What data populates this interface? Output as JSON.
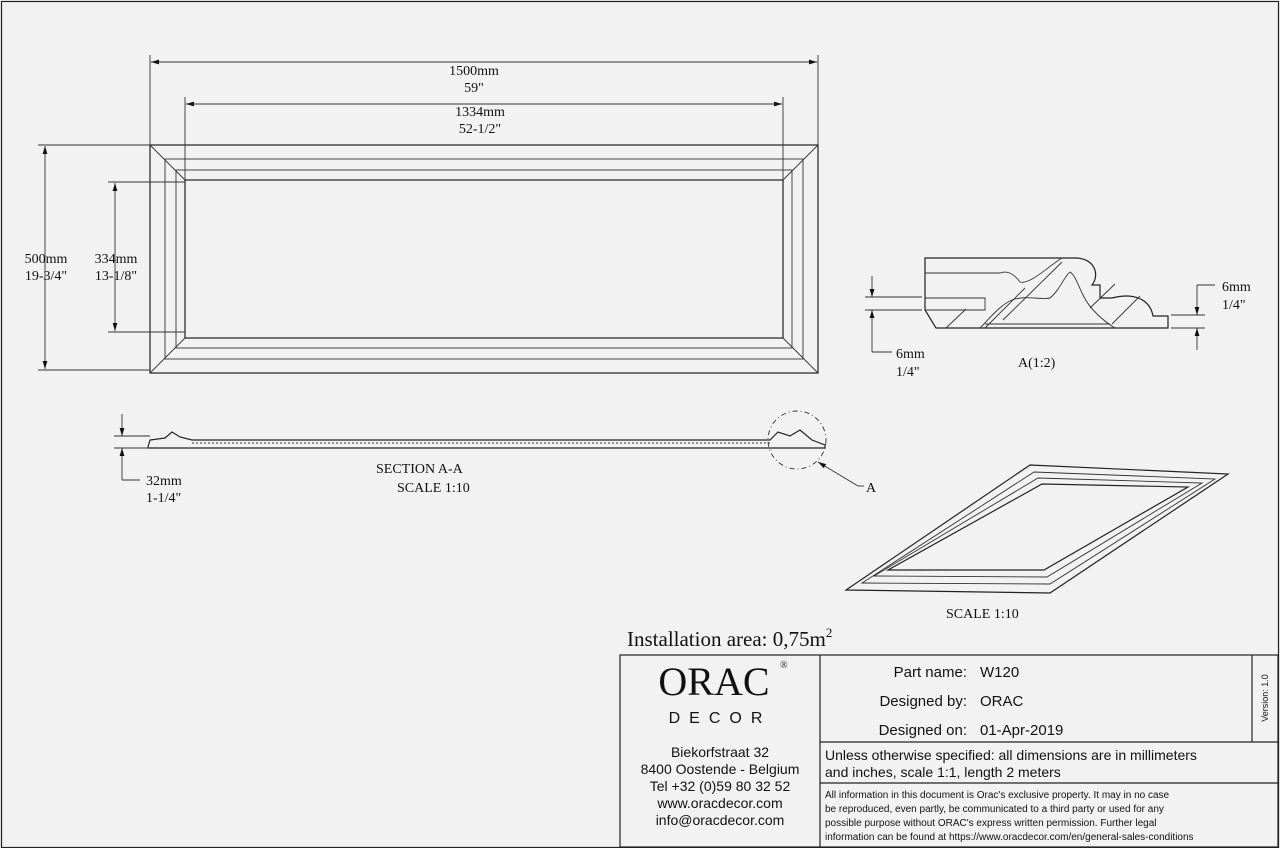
{
  "front_view": {
    "overall_width": {
      "mm": "1500mm",
      "in": "59\""
    },
    "inner_width": {
      "mm": "1334mm",
      "in": "52-1/2\""
    },
    "overall_height": {
      "mm": "500mm",
      "in": "19-3/4\""
    },
    "inner_height": {
      "mm": "334mm",
      "in": "13-1/8\""
    }
  },
  "section": {
    "thickness": {
      "mm": "32mm",
      "in": "1-1/4\""
    },
    "title": "SECTION  A-A",
    "scale": "SCALE  1:10",
    "detail_marker": "A"
  },
  "detail": {
    "left_dim": {
      "mm": "6mm",
      "in": "1/4\""
    },
    "right_dim": {
      "mm": "6mm",
      "in": "1/4\""
    },
    "label": "A(1:2)"
  },
  "isometric": {
    "scale": "SCALE  1:10"
  },
  "installation_area": {
    "label": "Installation area: 0,75m",
    "superscript": "2"
  },
  "title_block": {
    "logo": {
      "name": "ORAC",
      "registered": "®",
      "sub": "DECOR"
    },
    "address": [
      "Biekorfstraat 32",
      "8400 Oostende - Belgium",
      "Tel  +32 (0)59 80 32 52",
      "www.oracdecor.com",
      "info@oracdecor.com"
    ],
    "part_name_label": "Part name:",
    "part_name": "W120",
    "designed_by_label": "Designed by:",
    "designed_by": "ORAC",
    "designed_on_label": "Designed on:",
    "designed_on": "01-Apr-2019",
    "version": "Version: 1.0",
    "units_note": [
      "Unless otherwise specified: all dimensions are in millimeters",
      "and inches, scale 1:1, length 2 meters"
    ],
    "legal": [
      "All information in this document is Orac's exclusive property.  It may in no case",
      "be reproduced, even partly, be communicated to a third party or used for any",
      "possible purpose without ORAC's express written permission. Further legal",
      "information can be found at https://www.oracdecor.com/en/general-sales-conditions"
    ]
  }
}
